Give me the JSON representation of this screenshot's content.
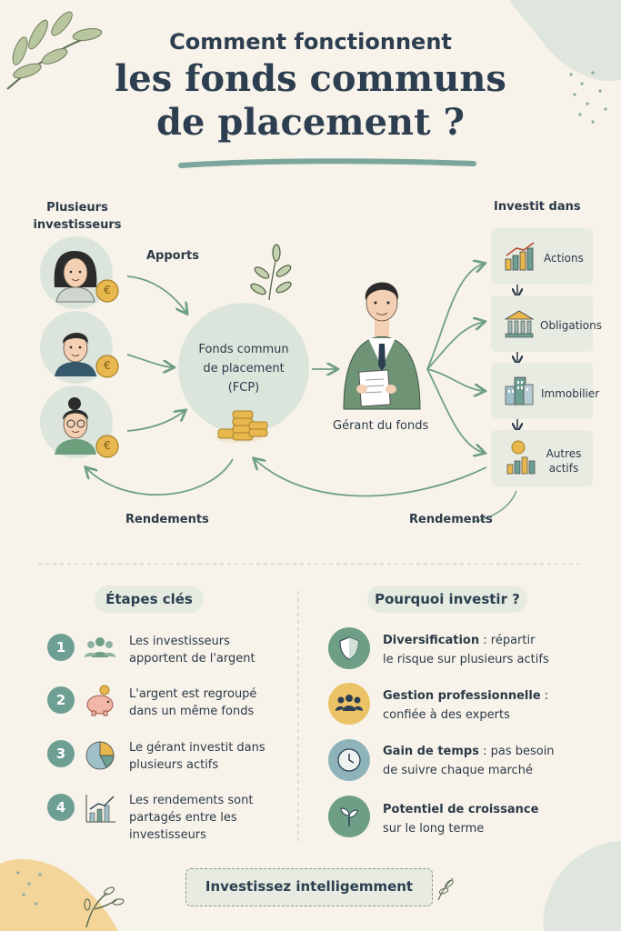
{
  "header": {
    "title_line1": "Comment fonctionnent",
    "title_line2": "les fonds communs",
    "title_line3": "de placement ?"
  },
  "flow": {
    "investors_label": "Plusieurs investisseurs",
    "investors_label_line1": "Plusieurs",
    "investors_label_line2": "investisseurs",
    "contributions_label": "Apports",
    "fund_label_line1": "Fonds commun",
    "fund_label_line2": "de placement",
    "fund_label_line3": "(FCP)",
    "manager_label": "Gérant du fonds",
    "invests_in_label": "Investit dans",
    "returns_left": "Rendements",
    "returns_right": "Rendements",
    "currency_symbol": "€",
    "assets": [
      {
        "label": "Actions",
        "icon": "bar-chart-icon"
      },
      {
        "label": "Obligations",
        "icon": "bank-icon"
      },
      {
        "label": "Immobilier",
        "icon": "building-icon"
      },
      {
        "label_line1": "Autres",
        "label_line2": "actifs",
        "icon": "coin-chart-icon"
      }
    ]
  },
  "steps": {
    "title": "Étapes clés",
    "items": [
      {
        "num": "1",
        "line1": "Les investisseurs",
        "line2": "apportent de l'argent",
        "line3": "",
        "icon": "people-icon"
      },
      {
        "num": "2",
        "line1": "L'argent est regroupé",
        "line2": "dans un même fonds",
        "line3": "",
        "icon": "piggy-bank-icon"
      },
      {
        "num": "3",
        "line1": "Le gérant investit dans",
        "line2": "plusieurs actifs",
        "line3": "",
        "icon": "pie-chart-icon"
      },
      {
        "num": "4",
        "line1": "Les rendements sont",
        "line2": "partagés entre les",
        "line3": "investisseurs",
        "icon": "growth-chart-icon"
      }
    ]
  },
  "why": {
    "title": "Pourquoi investir ?",
    "items": [
      {
        "bold": "Diversification",
        "rest1": " : répartir",
        "line2": "le risque sur plusieurs actifs",
        "icon": "shield-icon",
        "color": "#6e9f86"
      },
      {
        "bold": "Gestion professionnelle",
        "rest1": " :",
        "line2": "confiée à des experts",
        "icon": "team-icon",
        "color": "#ecc267"
      },
      {
        "bold": "Gain de temps",
        "rest1": " : pas besoin",
        "line2": "de suivre chaque marché",
        "icon": "clock-icon",
        "color": "#8fb3ba"
      },
      {
        "bold": "Potentiel de croissance",
        "rest1": "",
        "line2": "sur le long terme",
        "icon": "sprout-icon",
        "color": "#6e9f86"
      }
    ]
  },
  "footer": {
    "cta": "Investissez intelligemment"
  },
  "colors": {
    "background": "#f8f3ea",
    "sage": "#6e9f86",
    "teal": "#6e9f93",
    "gold": "#ecc267",
    "navy": "#2c3e50"
  }
}
